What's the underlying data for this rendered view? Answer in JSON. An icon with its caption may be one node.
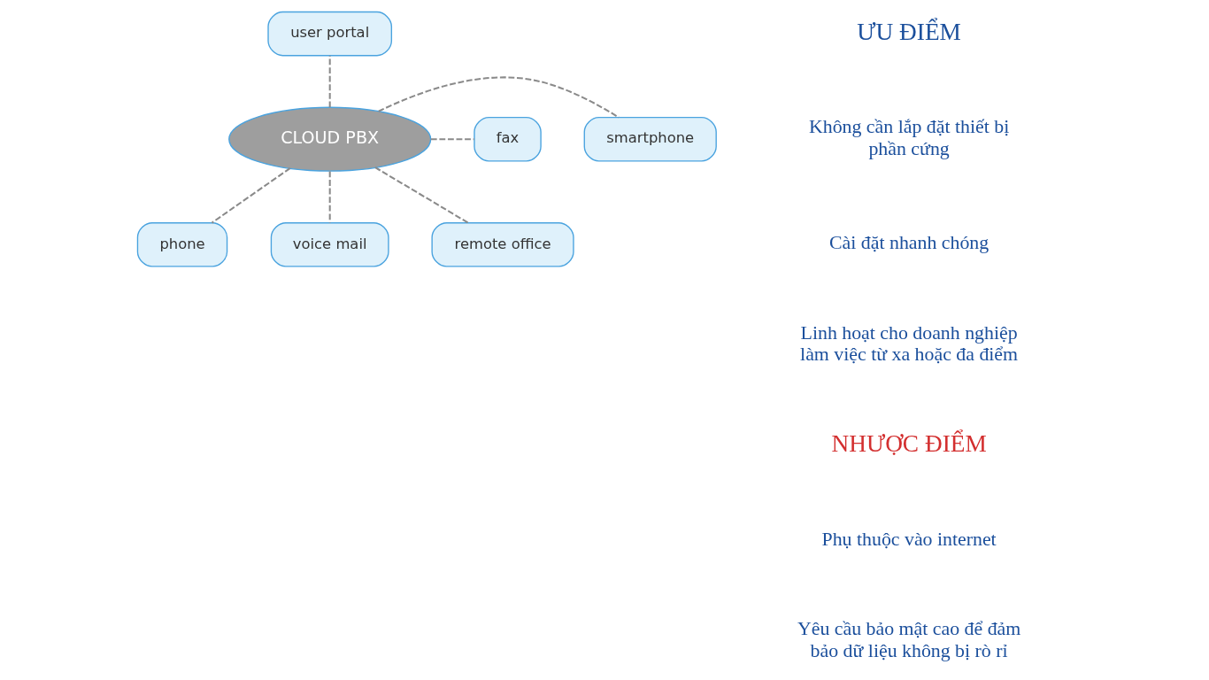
{
  "diagram": {
    "nodes": [
      {
        "text": [
          "user portal"
        ]
      },
      {
        "text": [
          "smartphone"
        ]
      },
      {
        "text": [
          "CLOUD PBX"
        ]
      },
      {
        "text": [
          "fax"
        ]
      },
      {
        "text": [
          "phone"
        ]
      },
      {
        "text": [
          "voice mail"
        ]
      },
      {
        "text": [
          "remote office"
        ]
      }
    ],
    "edges": [
      {
        "from": 2,
        "to": 0,
        "arrow": "none",
        "style": "dashed"
      },
      {
        "from": 2,
        "to": 1,
        "arrow": "none",
        "style": "dashed"
      },
      {
        "from": 2,
        "to": 3,
        "arrow": "none",
        "style": "dashed"
      },
      {
        "from": 2,
        "to": 4,
        "arrow": "none",
        "style": "dashed"
      },
      {
        "from": 2,
        "to": 5,
        "arrow": "none",
        "style": "dashed"
      },
      {
        "from": 2,
        "to": 6,
        "arrow": "none",
        "style": "dashed"
      }
    ],
    "labels": [
      "ƯU ĐIỂM",
      "Không cần lắp đặt thiết bị phần cứng",
      "Cài đặt nhanh chóng",
      "Linh hoạt cho doanh nghiệp làm việc từ xa hoặc đa điểm",
      "NHƯỢC ĐIỂM",
      "Phụ thuộc vào internet",
      "Yêu cầu bảo mật cao để đảm bảo dữ liệu không bị rò rỉ"
    ]
  }
}
